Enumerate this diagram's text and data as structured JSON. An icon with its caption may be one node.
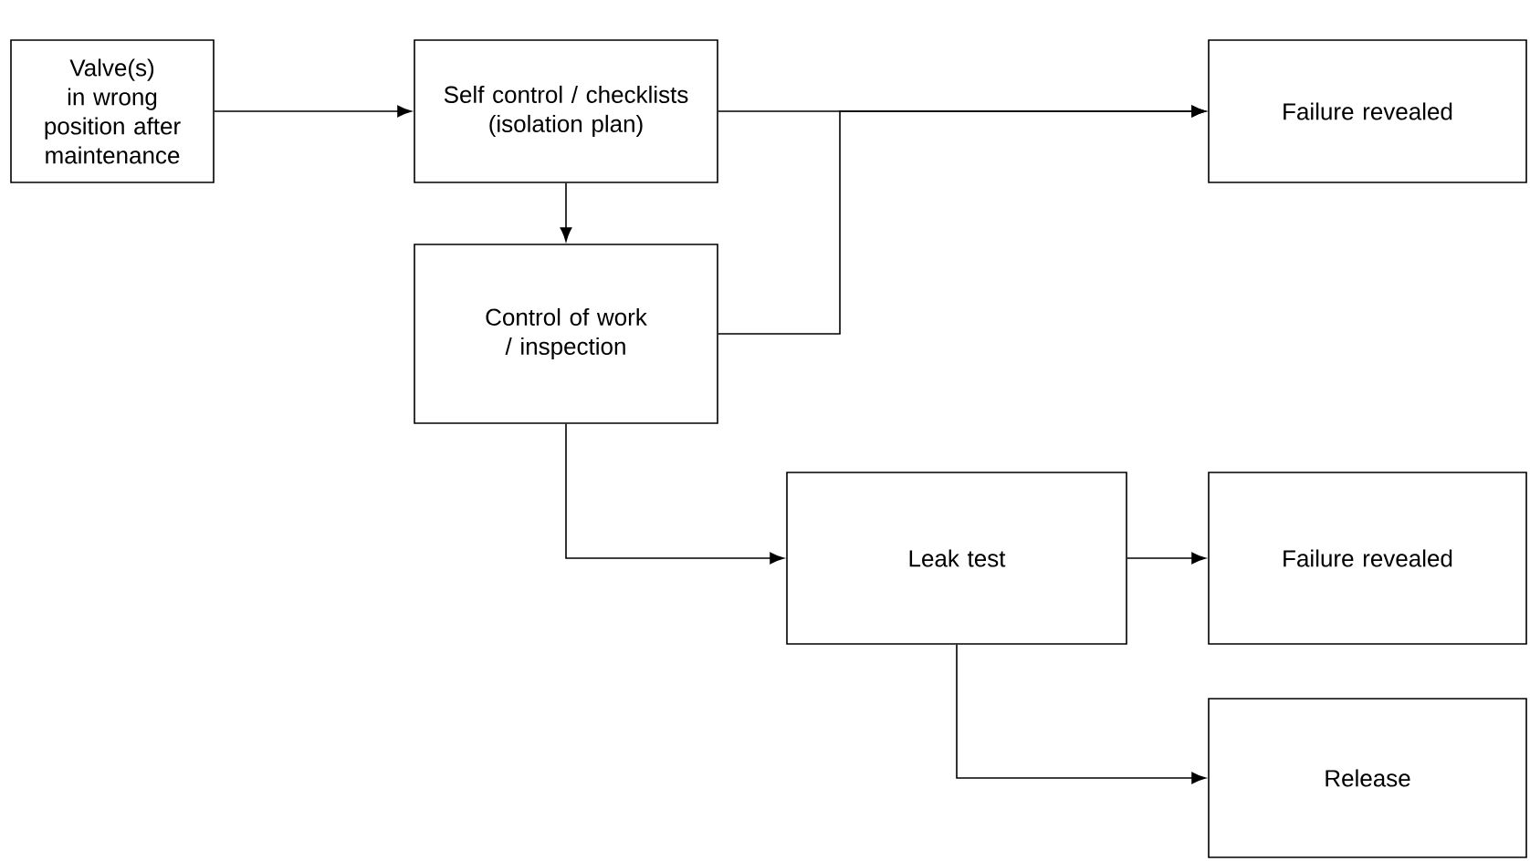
{
  "diagram": {
    "nodes": [
      {
        "text": [
          "Valve(s) in wrong position after maintenance"
        ]
      },
      {
        "text": [
          "Self control / checklists (isolation plan)"
        ]
      },
      {
        "text": [
          "Control of work / inspection"
        ]
      },
      {
        "text": [
          "Failure revealed"
        ]
      },
      {
        "text": [
          "Leak test"
        ]
      },
      {
        "text": [
          "Failure revealed"
        ]
      },
      {
        "text": [
          "Release"
        ]
      }
    ],
    "edges": [
      {
        "from": 0,
        "to": 1,
        "arrow": "to"
      },
      {
        "from": 1,
        "to": 3,
        "arrow": "to"
      },
      {
        "from": 1,
        "to": 2,
        "arrow": "to"
      },
      {
        "from": 2,
        "to": 3,
        "arrow": "to"
      },
      {
        "from": 2,
        "to": 4,
        "arrow": "to"
      },
      {
        "from": 4,
        "to": 5,
        "arrow": "to"
      },
      {
        "from": 4,
        "to": 6,
        "arrow": "to"
      }
    ]
  }
}
